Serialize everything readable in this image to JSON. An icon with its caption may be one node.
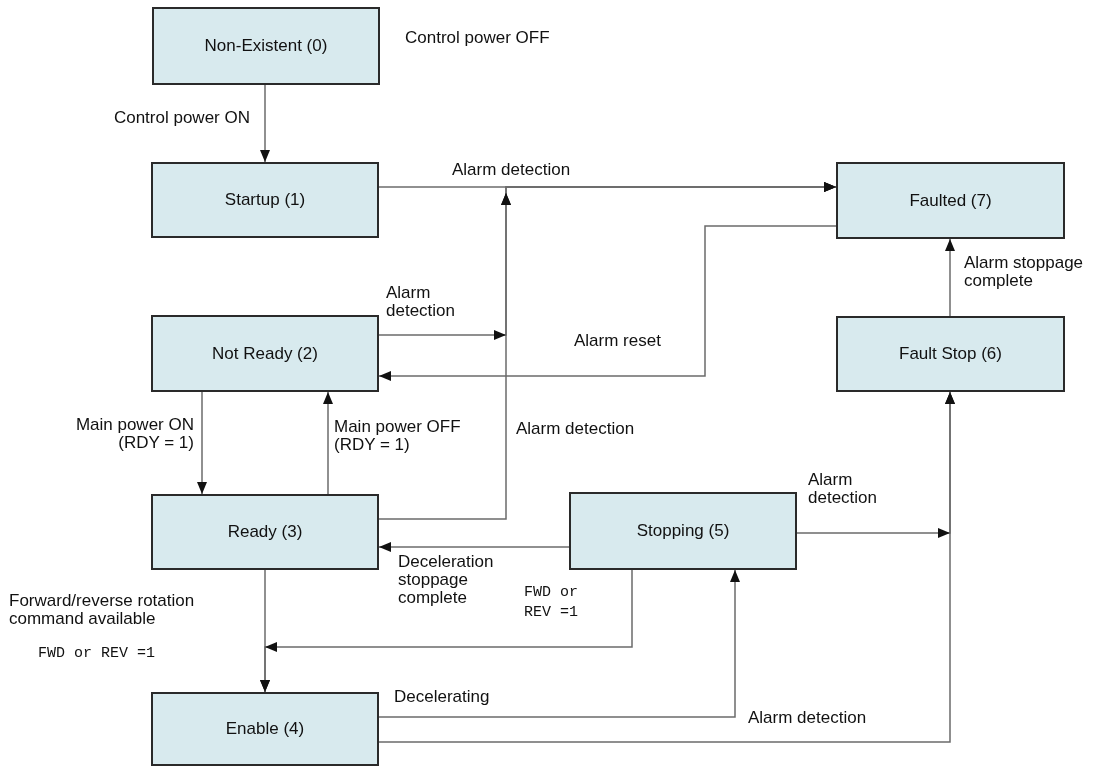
{
  "diagram": {
    "nodes": [
      {
        "text": [
          "Non-Existent (0)"
        ],
        "beside": [
          "Control power OFF"
        ]
      },
      {
        "text": [
          "Startup (1)"
        ]
      },
      {
        "text": [
          "Not Ready (2)"
        ]
      },
      {
        "text": [
          "Ready (3)"
        ]
      },
      {
        "text": [
          "Enable (4)"
        ]
      },
      {
        "text": [
          "Stopping (5)"
        ]
      },
      {
        "text": [
          "Fault Stop (6)"
        ]
      },
      {
        "text": [
          "Faulted (7)"
        ]
      }
    ],
    "edges": [
      {
        "from": 0,
        "to": 1,
        "arrow": "to",
        "label": "Control power ON"
      },
      {
        "from": 1,
        "to": 7,
        "arrow": "to",
        "label": "Alarm detection"
      },
      {
        "from": 2,
        "to": 7,
        "arrow": "to",
        "label": "Alarm detection"
      },
      {
        "from": 7,
        "to": 2,
        "arrow": "to",
        "label": "Alarm reset"
      },
      {
        "from": 2,
        "to": 3,
        "arrow": "to",
        "label": "Main power ON (RDY = 1)"
      },
      {
        "from": 3,
        "to": 2,
        "arrow": "to",
        "label": "Main power OFF (RDY = 1)"
      },
      {
        "from": 3,
        "to": 7,
        "arrow": "to",
        "label": "Alarm detection"
      },
      {
        "from": 5,
        "to": 3,
        "arrow": "to",
        "label": "Deceleration stoppage complete"
      },
      {
        "from": 3,
        "to": 4,
        "arrow": "to",
        "label": "Forward/reverse rotation command available"
      },
      {
        "from": 5,
        "to": 4,
        "arrow": "to",
        "label": "FWD or REV =1"
      },
      {
        "from": 4,
        "to": 5,
        "arrow": "to",
        "label": "Decelerating"
      },
      {
        "from": 5,
        "to": 6,
        "arrow": "to",
        "label": "Alarm detection"
      },
      {
        "from": 4,
        "to": 6,
        "arrow": "to",
        "label": "Alarm detection"
      },
      {
        "from": 6,
        "to": 7,
        "arrow": "to",
        "label": "Alarm stoppage complete"
      }
    ],
    "labels": [
      "FWD or REV =1"
    ]
  }
}
